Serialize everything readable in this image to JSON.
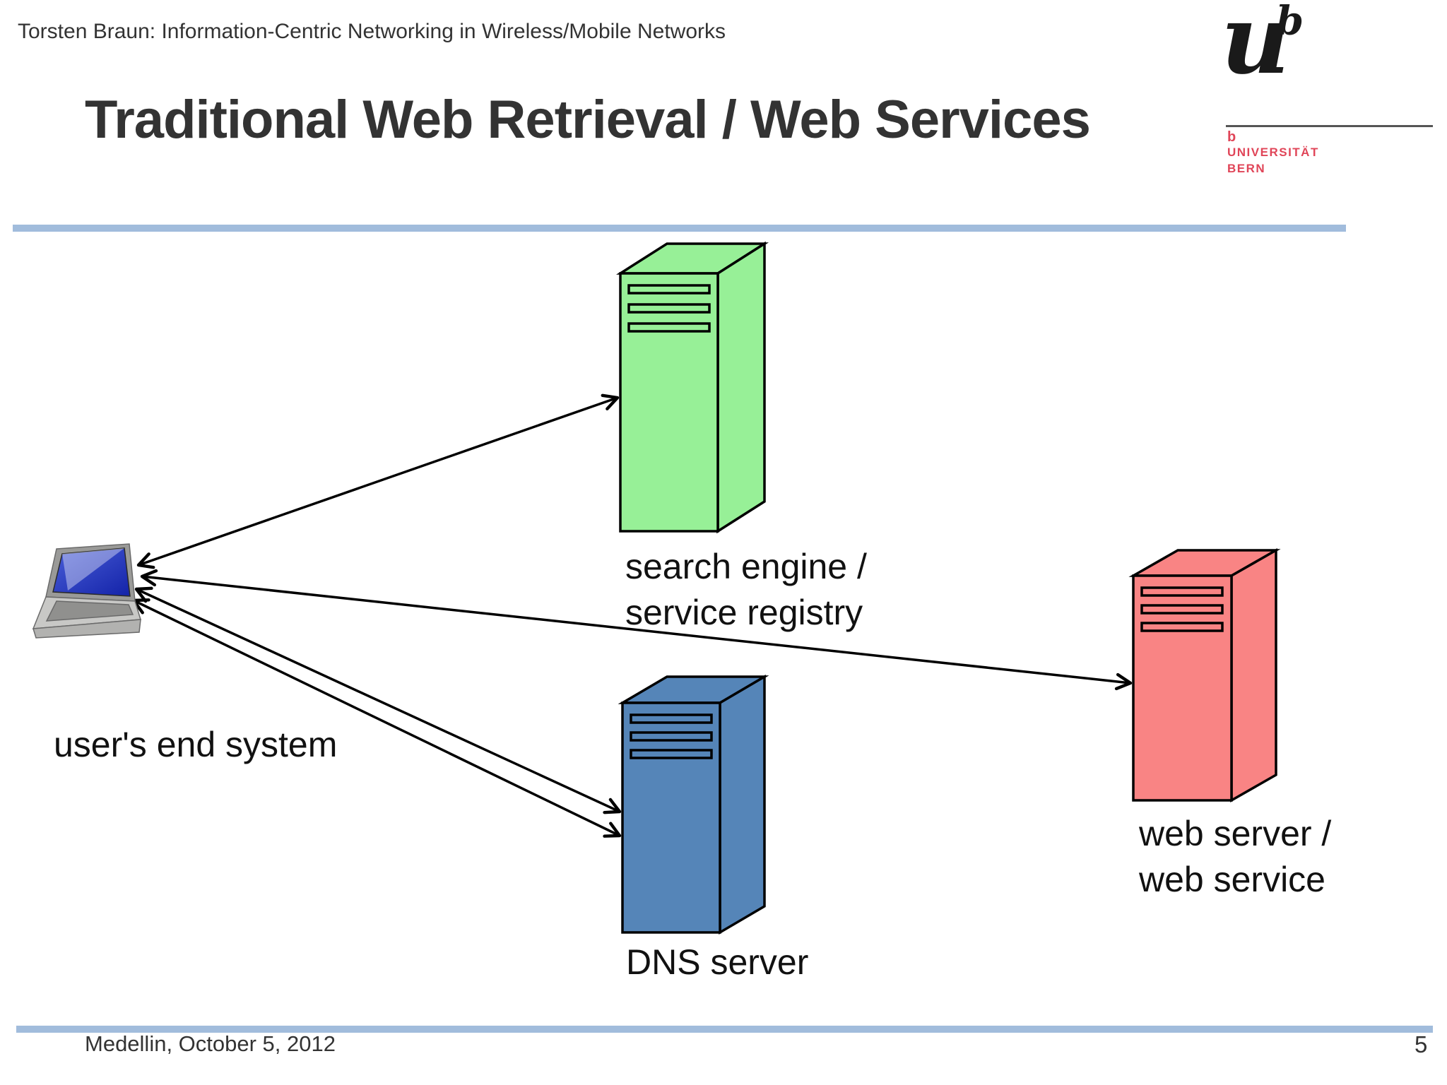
{
  "header": {
    "course_title": "Torsten Braun: Information-Centric Networking in Wireless/Mobile Networks"
  },
  "logo": {
    "wordmark": "u",
    "wordmark_superscript": "b",
    "sub_mark": "b",
    "institution_line1": "UNIVERSITÄT",
    "institution_line2": "BERN",
    "brand_red": "#E04558",
    "rule_color": "#555555"
  },
  "slide": {
    "title": "Traditional Web Retrieval / Web Services"
  },
  "colors": {
    "divider": "#A1BCDC",
    "arrow": "#000000",
    "outline": "#000000",
    "heading_text": "#333333",
    "label_text": "#111111"
  },
  "diagram": {
    "user": {
      "label": "user's end system"
    },
    "search_engine": {
      "label_line1": "search engine /",
      "label_line2": "service registry",
      "color": "#97F097"
    },
    "dns": {
      "label": "DNS server",
      "color": "#5585B8"
    },
    "web": {
      "label_line1": "web server /",
      "label_line2": "web service",
      "color": "#F98484"
    }
  },
  "footer": {
    "location_date": "Medellin, October 5, 2012",
    "page_number": "5"
  }
}
